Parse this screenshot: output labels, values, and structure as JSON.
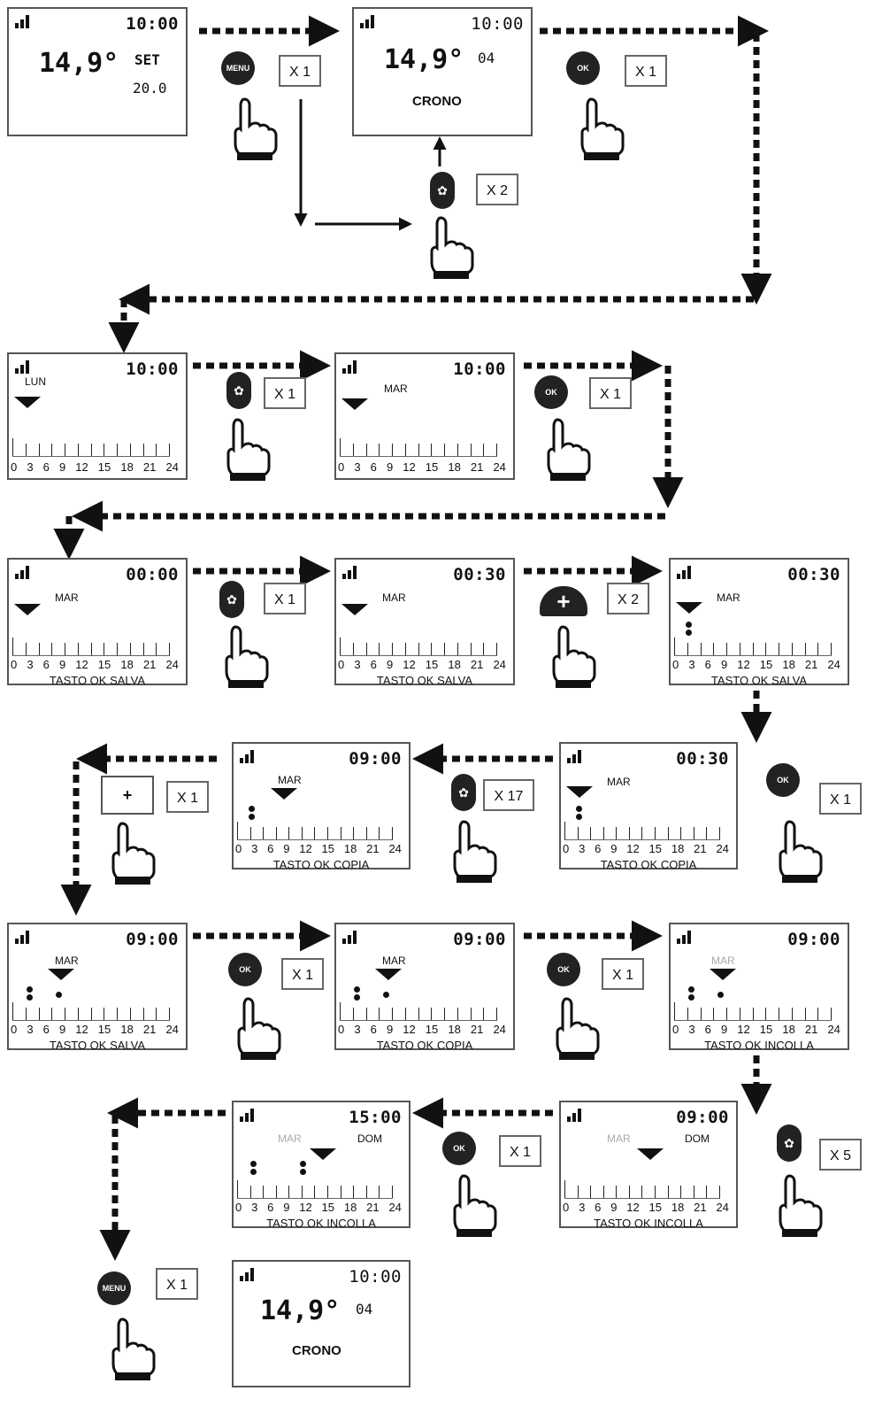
{
  "screens": [
    {
      "time": "10:00",
      "temp": "14,9°",
      "set": "SET",
      "setval": "20.0"
    },
    {
      "time": "10:00",
      "temp": "14,9°",
      "prog": "04",
      "mode": "CRONO"
    },
    {
      "time": "10:00",
      "day": "LUN",
      "nums": [
        "0",
        "3",
        "6",
        "9",
        "12",
        "15",
        "18",
        "21",
        "24"
      ]
    },
    {
      "time": "10:00",
      "day": "MAR",
      "nums": [
        "0",
        "3",
        "6",
        "9",
        "12",
        "15",
        "18",
        "21",
        "24"
      ]
    },
    {
      "time": "00:00",
      "day": "MAR",
      "nums": [
        "0",
        "3",
        "6",
        "9",
        "12",
        "15",
        "18",
        "21",
        "24"
      ],
      "foot": "TASTO OK SALVA"
    },
    {
      "time": "00:30",
      "day": "MAR",
      "nums": [
        "0",
        "3",
        "6",
        "9",
        "12",
        "15",
        "18",
        "21",
        "24"
      ],
      "foot": "TASTO OK SALVA"
    },
    {
      "time": "00:30",
      "day": "MAR",
      "nums": [
        "0",
        "3",
        "6",
        "9",
        "12",
        "15",
        "18",
        "21",
        "24"
      ],
      "foot": "TASTO OK SALVA"
    },
    {
      "time": "09:00",
      "day": "MAR",
      "nums": [
        "0",
        "3",
        "6",
        "9",
        "12",
        "15",
        "18",
        "21",
        "24"
      ],
      "foot": "TASTO OK COPIA"
    },
    {
      "time": "00:30",
      "day": "MAR",
      "nums": [
        "0",
        "3",
        "6",
        "9",
        "12",
        "15",
        "18",
        "21",
        "24"
      ],
      "foot": "TASTO OK COPIA"
    },
    {
      "time": "09:00",
      "day": "MAR",
      "nums": [
        "0",
        "3",
        "6",
        "9",
        "12",
        "15",
        "18",
        "21",
        "24"
      ],
      "foot": "TASTO OK SALVA"
    },
    {
      "time": "09:00",
      "day": "MAR",
      "nums": [
        "0",
        "3",
        "6",
        "9",
        "12",
        "15",
        "18",
        "21",
        "24"
      ],
      "foot": "TASTO OK COPIA"
    },
    {
      "time": "09:00",
      "day": "MAR",
      "nums": [
        "0",
        "3",
        "6",
        "9",
        "12",
        "15",
        "18",
        "21",
        "24"
      ],
      "foot": "TASTO OK INCOLLA"
    },
    {
      "time": "15:00",
      "day": "MAR",
      "day2": "DOM",
      "nums": [
        "0",
        "3",
        "6",
        "9",
        "12",
        "15",
        "18",
        "21",
        "24"
      ],
      "foot": "TASTO OK INCOLLA"
    },
    {
      "time": "09:00",
      "day": "MAR",
      "day2": "DOM",
      "nums": [
        "0",
        "3",
        "6",
        "9",
        "12",
        "15",
        "18",
        "21",
        "24"
      ],
      "foot": "TASTO OK INCOLLA"
    },
    {
      "time": "10:00",
      "temp": "14,9°",
      "prog": "04",
      "mode": "CRONO"
    }
  ],
  "steps": [
    {
      "btn": "MENU",
      "count": "X 1"
    },
    {
      "btn": "OK",
      "count": "X 1"
    },
    {
      "btn": "fan",
      "count": "X 2"
    },
    {
      "btn": "fan",
      "count": "X 1"
    },
    {
      "btn": "OK",
      "count": "X 1"
    },
    {
      "btn": "fan",
      "count": "X 1"
    },
    {
      "btn": "+",
      "count": "X 2"
    },
    {
      "btn": "OK",
      "count": "X 1"
    },
    {
      "btn": "fan",
      "count": "X 17"
    },
    {
      "btn": "+",
      "count": "X 1"
    },
    {
      "btn": "OK",
      "count": "X 1"
    },
    {
      "btn": "OK",
      "count": "X 1"
    },
    {
      "btn": "fan",
      "count": "X 5"
    },
    {
      "btn": "OK",
      "count": "X 1"
    },
    {
      "btn": "MENU",
      "count": "X 1"
    }
  ]
}
